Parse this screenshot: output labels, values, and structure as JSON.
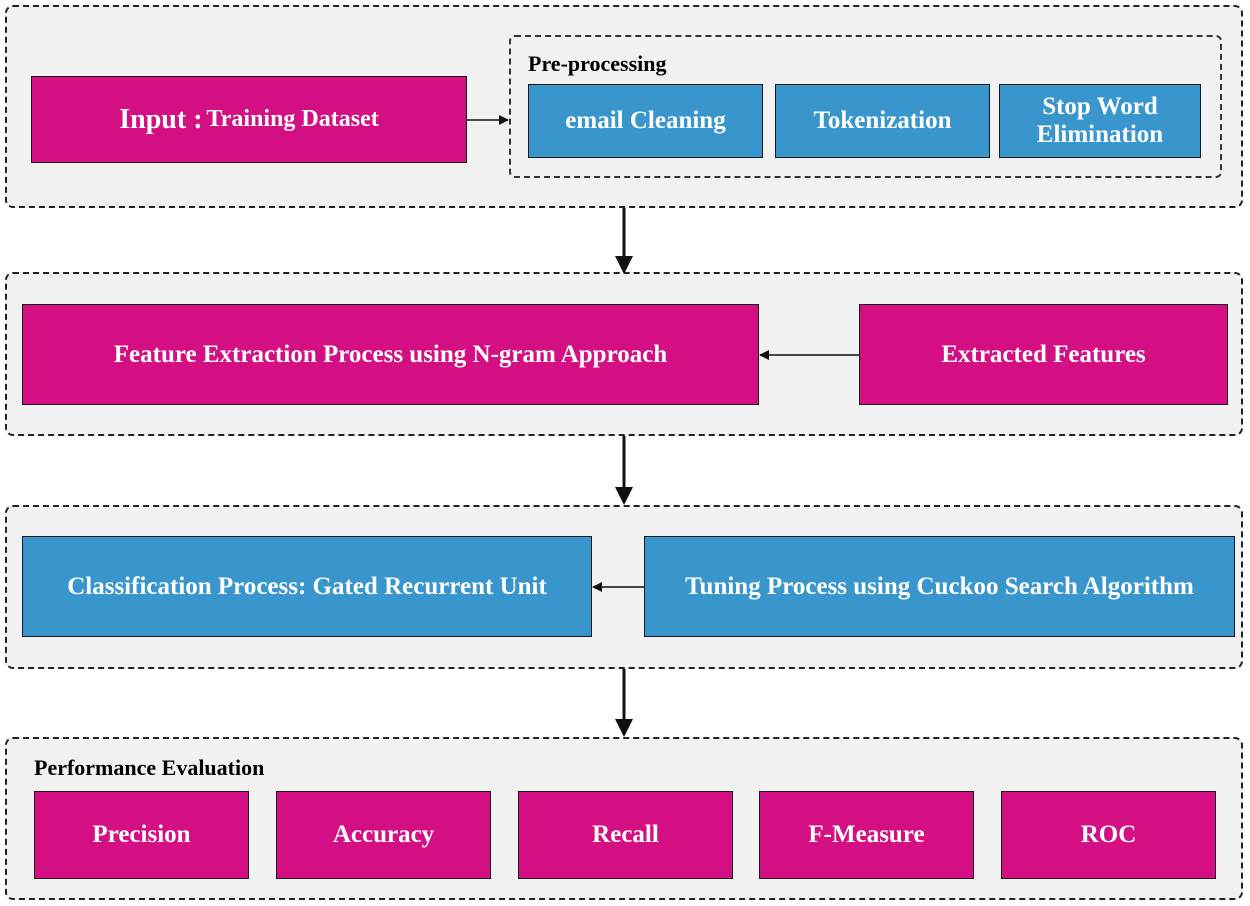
{
  "stage1": {
    "input": {
      "prefix": "Input :",
      "label": "Training Dataset"
    },
    "preprocessing": {
      "title": "Pre-processing",
      "steps": [
        "email Cleaning",
        "Tokenization",
        "Stop Word\nElimination"
      ]
    }
  },
  "stage2": {
    "feature_extraction": "Feature Extraction Process using N-gram Approach",
    "extracted_features": "Extracted Features"
  },
  "stage3": {
    "classification": "Classification Process: Gated Recurrent Unit",
    "tuning": "Tuning Process using Cuckoo Search Algorithm"
  },
  "stage4": {
    "title": "Performance Evaluation",
    "metrics": [
      "Precision",
      "Accuracy",
      "Recall",
      "F-Measure",
      "ROC"
    ]
  },
  "colors": {
    "pink": "#d40f84",
    "blue": "#3896cc",
    "panel": "#f1f1f1"
  }
}
